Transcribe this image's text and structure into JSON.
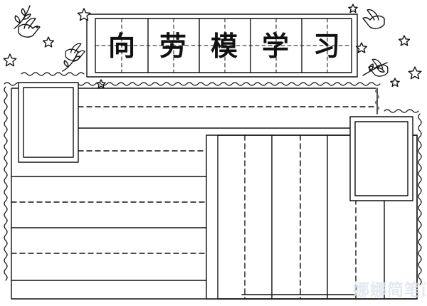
{
  "title": {
    "characters": [
      "向",
      "劳",
      "模",
      "学",
      "习"
    ]
  },
  "colors": {
    "ink": "#111111",
    "paper": "#ffffff",
    "watermark": "#e1e4ee"
  },
  "watermark": {
    "text": "娜娜简笔画"
  },
  "icons": [
    "dove-icon",
    "star-icon",
    "leaf-sprig-icon",
    "wave-border",
    "picture-frame"
  ]
}
